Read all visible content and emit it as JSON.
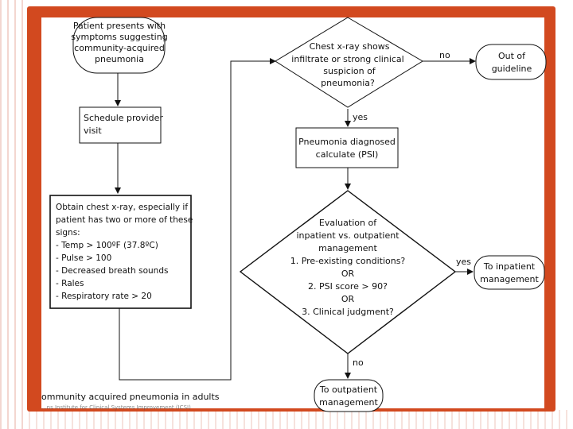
{
  "nodes": {
    "start": [
      "Patient presents with",
      "symptoms suggesting",
      "community-acquired",
      "pneumonia"
    ],
    "schedule": [
      "Schedule provider",
      "visit"
    ],
    "xray_obtain": [
      "Obtain chest x-ray, especially if",
      "patient has two or more of these",
      "signs:",
      "- Temp > 100ºF (37.8ºC)",
      "- Pulse > 100",
      "- Decreased breath sounds",
      "- Rales",
      "- Respiratory rate > 20"
    ],
    "xray_check": [
      "Chest x-ray shows",
      "infiltrate or strong clinical",
      "suspicion of",
      "pneumonia?"
    ],
    "out_of_guideline": [
      "Out of",
      "guideline"
    ],
    "diagnosed": [
      "Pneumonia diagnosed",
      "calculate (PSI)"
    ],
    "evaluation": [
      "Evaluation of",
      "inpatient vs. outpatient",
      "management",
      "1. Pre-existing conditions?",
      "OR",
      "2. PSI score > 90?",
      "OR",
      "3. Clinical judgment?"
    ],
    "inpatient": [
      "To inpatient",
      "management"
    ],
    "outpatient": [
      "To outpatient",
      "management"
    ]
  },
  "edge_labels": {
    "no_1": "no",
    "yes_1": "yes",
    "yes_2": "yes",
    "no_2": "no"
  },
  "caption": {
    "title": "ommunity acquired pneumonia in adults",
    "source": "...ns Institute for Clinical Systems Improvement (ICSI)"
  }
}
